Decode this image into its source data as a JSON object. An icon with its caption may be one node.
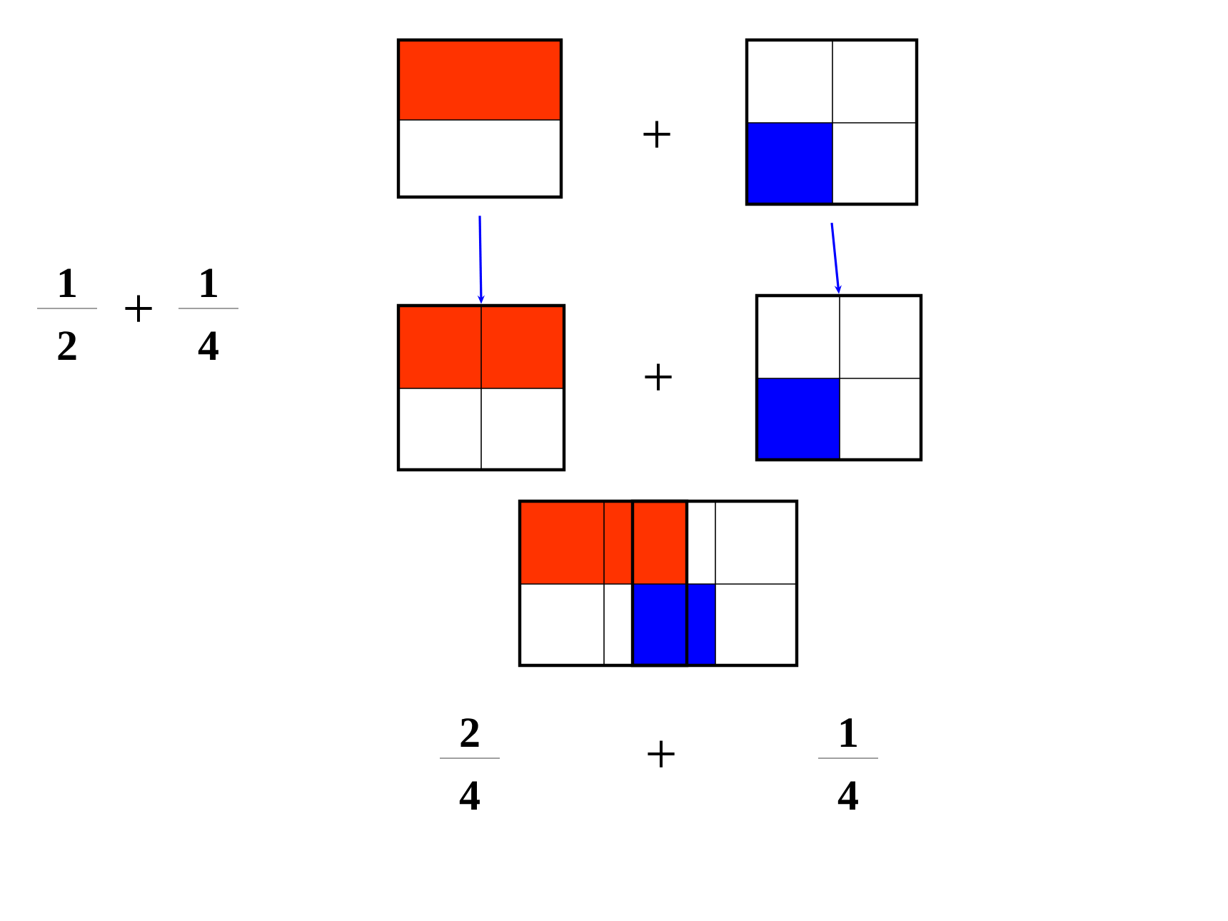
{
  "diagram": {
    "nodes": [
      {
        "text": [],
        "shape": "box"
      },
      {
        "text": [],
        "shape": "box"
      },
      {
        "text": [],
        "shape": "box"
      },
      {
        "text": [],
        "shape": "box"
      }
    ],
    "edges": [
      {
        "from": 0,
        "to": 2,
        "arrow": "to"
      },
      {
        "from": 1,
        "to": 3,
        "arrow": "to"
      }
    ],
    "labels": [
      "+",
      "1",
      "2",
      "+",
      "1",
      "4",
      "+",
      "2",
      "4",
      "+",
      "1",
      "4"
    ]
  }
}
